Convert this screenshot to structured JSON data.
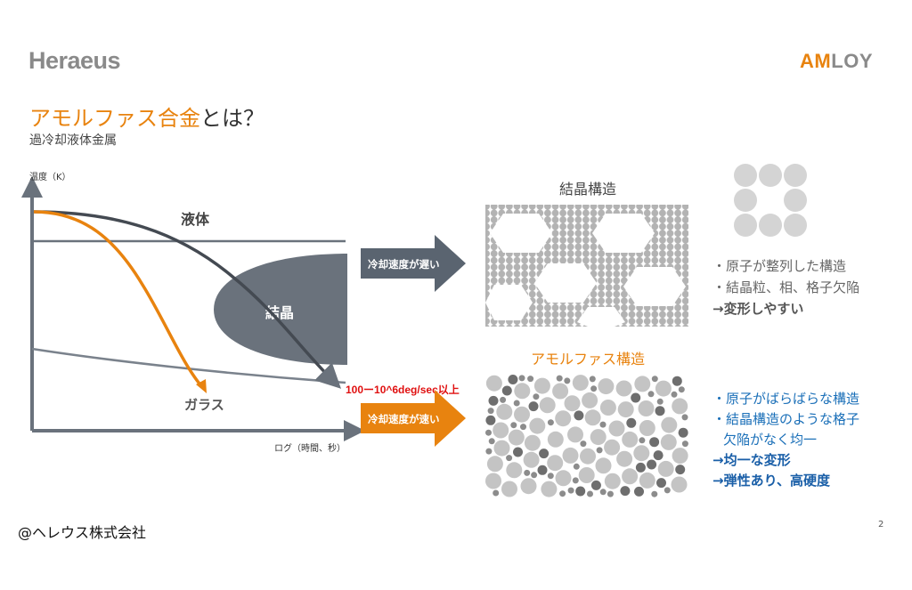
{
  "header": {
    "logo_left": "Heraeus",
    "logo_right_accent": "AM",
    "logo_right_rest": "LOY"
  },
  "slide": {
    "title_accent": "アモルファス合金",
    "title_rest": "とは？",
    "subtitle": "過冷却液体金属",
    "page_number": "2"
  },
  "diagram": {
    "y_axis_label": "温度（K）",
    "x_axis_label": "ログ（時間、秒）",
    "liquid_label": "液体",
    "crystal_region_label": "結晶",
    "glass_label": "ガラス",
    "cooling_rate_annotation": "100ー10^6deg/sec以上",
    "slow_cooling_label": "冷却速度が遅い",
    "fast_cooling_label": "冷却速度が速い"
  },
  "crystal_structure": {
    "title": "結晶構造",
    "bullets": [
      "・原子が整列した構造",
      "・結晶粒、相、格子欠陥",
      "→変形しやすい"
    ]
  },
  "amorphous_structure": {
    "title": "アモルファス構造",
    "bullets": [
      "・原子がばらばらな構造",
      "・結晶構造のような格子",
      "欠陥がなく均一",
      "→均一な変形",
      "→弾性あり、高硬度"
    ]
  },
  "footer": {
    "copyright": "@ヘレウス株式会社"
  },
  "colors": {
    "brand_orange": "#e8830f",
    "gray_text": "#8a8a8a",
    "arrow_dark": "#5a6470",
    "blue_text": "#1a6fb8",
    "red_annotation": "#e01010"
  }
}
